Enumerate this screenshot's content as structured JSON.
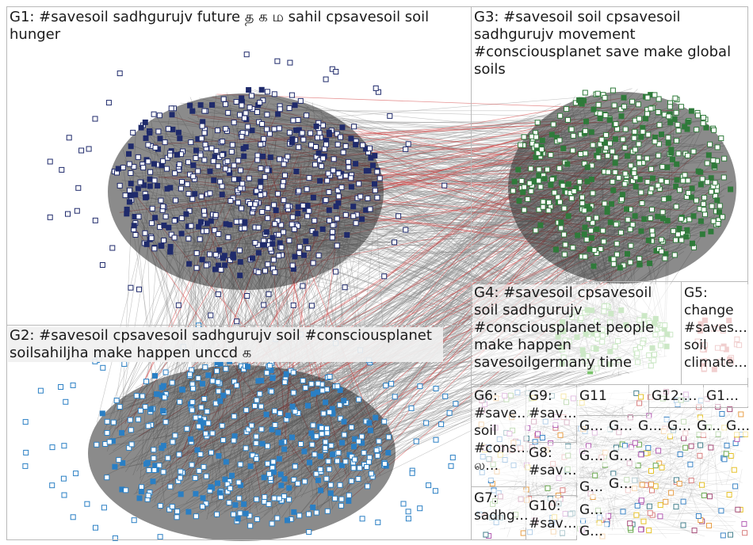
{
  "groups": {
    "g1": "G1: #savesoil sadhgurujv future த க ம sahil cpsavesoil soil\nhunger",
    "g2": "G2: #savesoil cpsavesoil sadhgurujv soil #consciousplanet\nsoilsahiljha make happen unccd க",
    "g3": "G3: #savesoil soil cpsavesoil\nsadhgurujv movement\n#consciousplanet save make global\nsoils",
    "g4": "G4: #savesoil cpsavesoil\nsoil sadhgurujv\n#consciousplanet people\nmake happen\nsavesoilgermany time",
    "g5": "G5:\nchange\n#saves…\nsoil\nclimate…",
    "g6": "G6:\n#save…\nsoil\n#cons…\nல…",
    "g7": "G7:\nsadhg…",
    "g8": "G8:\n#sav…",
    "g9": "G9:\n#sav…",
    "g10": "G10:\n#sav…",
    "g11": "G11",
    "g12": "G12:…",
    "g13": "G1…",
    "tiny": "G…"
  },
  "colors": {
    "g1_nodes": "#1f2a6b",
    "g2_nodes": "#2a7fc4",
    "g3_nodes": "#2f7a3a",
    "g4_nodes": "#7ac36b",
    "g5_nodes": "#d98080",
    "edges": "#8a8a8a",
    "cross_edges": "#d23a3a"
  }
}
